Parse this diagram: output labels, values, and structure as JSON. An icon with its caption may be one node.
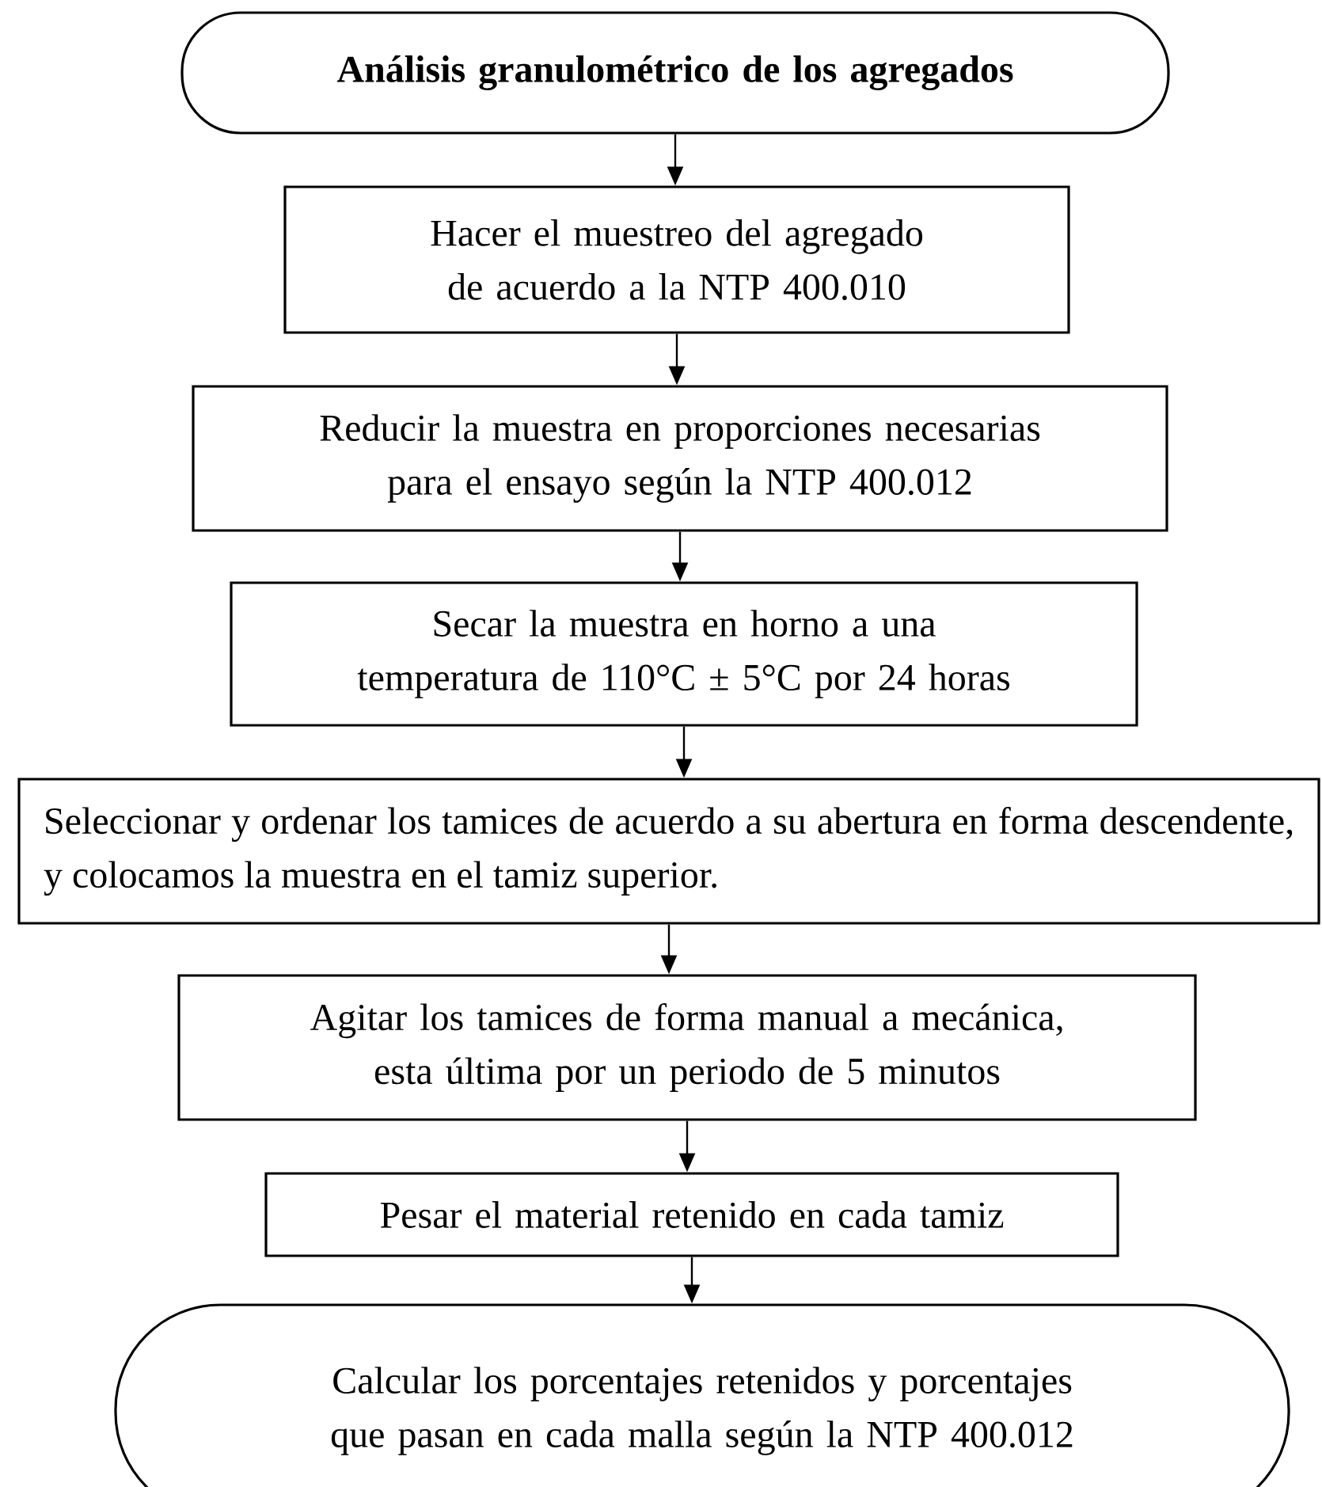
{
  "diagram": {
    "nodes": [
      {
        "text": [
          "Análisis granulométrico de los agregados"
        ]
      },
      {
        "text": [
          "Hacer el muestreo del agregado de acuerdo a la NTP 400.010"
        ]
      },
      {
        "text": [
          "Reducir la muestra en proporciones necesarias para el ensayo según la NTP 400.012"
        ]
      },
      {
        "text": [
          "Secar la muestra en horno a una temperatura de 110°C ± 5°C por 24 horas"
        ]
      },
      {
        "text": [
          "Seleccionar y ordenar los tamices de acuerdo a su abertura en forma descendente, y colocamos la muestra en el tamiz superior."
        ]
      },
      {
        "text": [
          "Agitar los tamices de forma manual a mecánica, esta última por un periodo de 5 minutos"
        ]
      },
      {
        "text": [
          "Pesar el material retenido en cada tamiz"
        ]
      },
      {
        "text": [
          "Calcular los porcentajes retenidos y porcentajes que pasan en cada malla según la NTP 400.012"
        ]
      }
    ],
    "edges": [
      {
        "from": 0,
        "to": 1,
        "arrow": "to"
      },
      {
        "from": 1,
        "to": 2,
        "arrow": "to"
      },
      {
        "from": 2,
        "to": 3,
        "arrow": "to"
      },
      {
        "from": 3,
        "to": 4,
        "arrow": "to"
      },
      {
        "from": 4,
        "to": 5,
        "arrow": "to"
      },
      {
        "from": 5,
        "to": 6,
        "arrow": "to"
      },
      {
        "from": 6,
        "to": 7,
        "arrow": "to"
      }
    ]
  }
}
